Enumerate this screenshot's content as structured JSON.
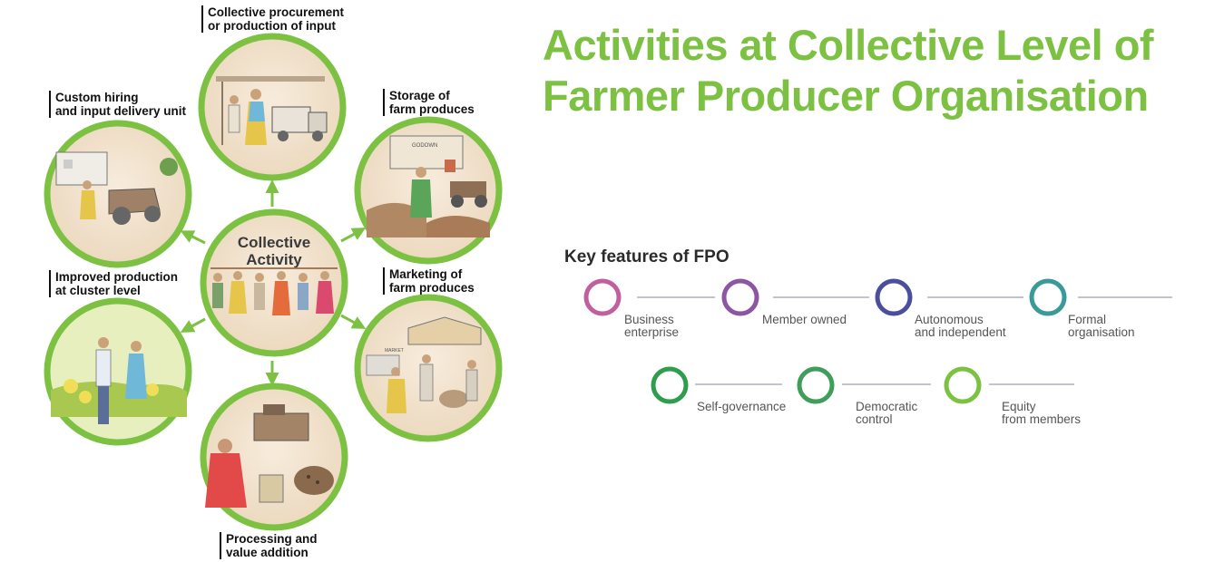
{
  "diagram": {
    "center_label": [
      "Collective",
      "Activity"
    ],
    "activities": [
      {
        "key": "procurement",
        "lines": [
          "Collective procurement",
          "or production of input"
        ]
      },
      {
        "key": "storage",
        "lines": [
          "Storage of",
          "farm produces"
        ]
      },
      {
        "key": "marketing",
        "lines": [
          "Marketing of",
          "farm produces"
        ]
      },
      {
        "key": "processing",
        "lines": [
          "Processing and",
          "value addition"
        ]
      },
      {
        "key": "production",
        "lines": [
          "Improved production",
          "at cluster level"
        ]
      },
      {
        "key": "custom-hiring",
        "lines": [
          "Custom hiring",
          "and input delivery unit"
        ]
      }
    ],
    "painted_signs": {
      "godown": "GODOWN",
      "market": "MARKET"
    },
    "colors": {
      "ring": "#7cc142",
      "arrow": "#7cc142",
      "wash": "#f3e4cf"
    }
  },
  "title_lines": [
    "Activities at Collective Level of",
    "Farmer Producer Organisation"
  ],
  "key_features": {
    "heading": "Key features of FPO",
    "row1": [
      {
        "lines": [
          "Business",
          "enterprise"
        ],
        "color": "#c0609f"
      },
      {
        "lines": [
          "Member owned"
        ],
        "color": "#8d55a4"
      },
      {
        "lines": [
          "Autonomous",
          "and independent"
        ],
        "color": "#4a4e9c"
      },
      {
        "lines": [
          "Formal",
          "organisation"
        ],
        "color": "#3a9a98"
      }
    ],
    "row2": [
      {
        "lines": [
          "Self-governance"
        ],
        "color": "#2e9e4c"
      },
      {
        "lines": [
          "Democratic",
          "control"
        ],
        "color": "#3e9e5a"
      },
      {
        "lines": [
          "Equity",
          "from members"
        ],
        "color": "#7cc142"
      }
    ],
    "line_color": "#8a8a9a"
  }
}
